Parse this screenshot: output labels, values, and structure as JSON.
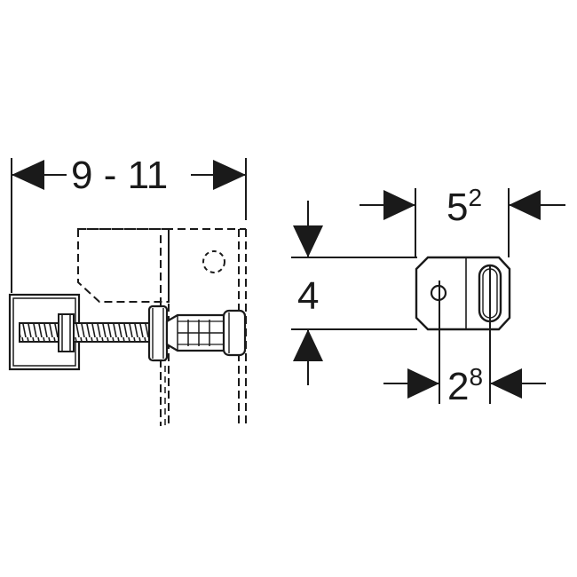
{
  "dimensions": {
    "installation_depth": "9 - 11",
    "plate_width_base": "5",
    "plate_width_sup": "2",
    "plate_height": "4",
    "hole_spacing_base": "2",
    "hole_spacing_sup": "8"
  },
  "colors": {
    "ink": "#1a1a1a",
    "background": "#ffffff"
  }
}
